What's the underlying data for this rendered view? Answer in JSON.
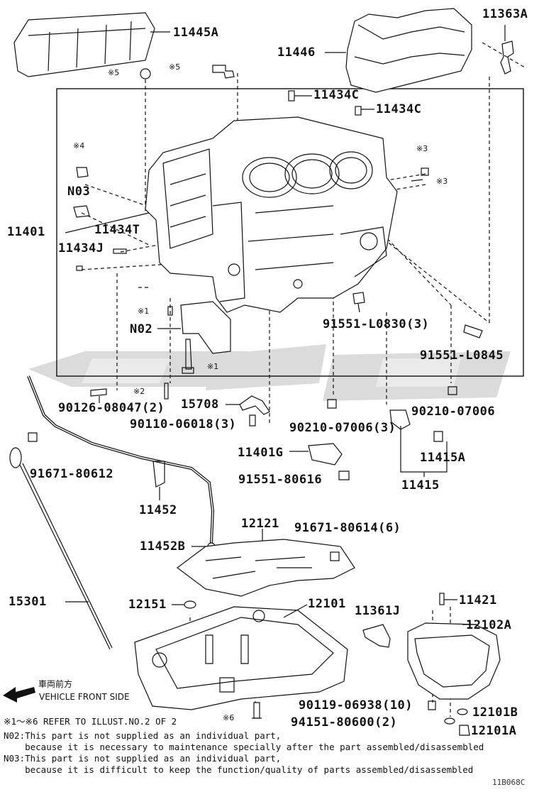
{
  "parts": {
    "p11445A": "11445A",
    "p11446": "11446",
    "p11363A": "11363A",
    "p11434C_1": "11434C",
    "p11434C_2": "11434C",
    "p11401": "11401",
    "p11434T": "11434T",
    "p11434J": "11434J",
    "pN03": "N03",
    "pN02": "N02",
    "p91551L0830": "91551-L0830(3)",
    "p91551L0845": "91551-L0845",
    "p90126": "90126-08047(2)",
    "p15708": "15708",
    "p90110": "90110-06018(3)",
    "p90210_1": "90210-07006",
    "p90210_2": "90210-07006(3)",
    "p11401G": "11401G",
    "p91551_80616": "91551-80616",
    "p11415A": "11415A",
    "p11415": "11415",
    "p91671_80612": "91671-80612",
    "p11452": "11452",
    "p11452B": "11452B",
    "p12121": "12121",
    "p91671_80614": "91671-80614(6)",
    "p15301": "15301",
    "p12151": "12151",
    "p12101": "12101",
    "p11361J": "11361J",
    "p11421": "11421",
    "p12102A": "12102A",
    "p90119": "90119-06938(10)",
    "p94151": "94151-80600(2)",
    "p12101B": "12101B",
    "p12101A": "12101A"
  },
  "marks": {
    "m5a": "※5",
    "m5b": "※5",
    "m4": "※4",
    "m3a": "※3",
    "m3b": "※3",
    "m1a": "※1",
    "m1b": "※1",
    "m2": "※2",
    "m6": "※6"
  },
  "direction": {
    "jp": "車両前方",
    "en": "VEHICLE FRONT SIDE"
  },
  "notes": {
    "ref": "※1～※6 REFER TO ILLUST.NO.2 OF 2",
    "n02_a": "N02:This part is not supplied as an individual part,",
    "n02_b": "    because it is necessary to maintenance specially after the part assembled/disassembled",
    "n03_a": "N03:This part is not supplied as an individual part,",
    "n03_b": "    because it is difficult to keep the function/quality of parts assembled/disassembled"
  },
  "illustration_code": "11B068C",
  "colors": {
    "ink": "#111111",
    "watermark": "#cfcfcf"
  }
}
